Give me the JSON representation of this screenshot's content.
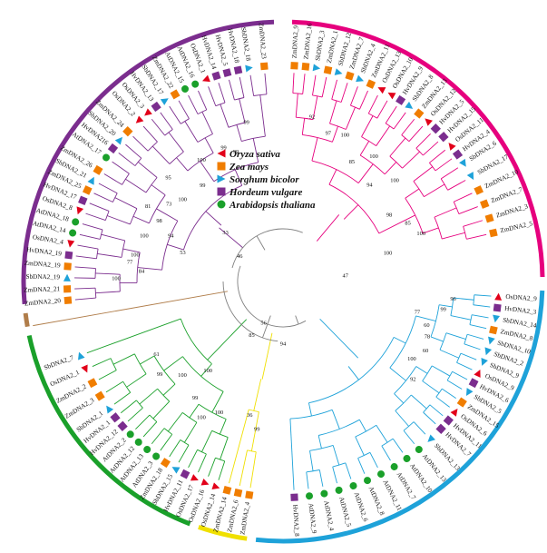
{
  "colors": {
    "purple": "#7b2d8e",
    "magenta": "#e6007e",
    "blue": "#1ea2d9",
    "yellow": "#f0e000",
    "green": "#1aa02a",
    "brown": "#b07d4a",
    "grey": "#808080"
  },
  "species": [
    {
      "key": "os",
      "name": "Oryza sativa",
      "shape": "triangle-left",
      "color": "#e2001a"
    },
    {
      "key": "zm",
      "name": "Zea mays",
      "shape": "square",
      "color": "#f07d00"
    },
    {
      "key": "sb",
      "name": "Sorghum bicolor",
      "shape": "triangle-right",
      "color": "#1ea2d9"
    },
    {
      "key": "hv",
      "name": "Hordeum vulgare",
      "shape": "square",
      "color": "#7b2d8e"
    },
    {
      "key": "at",
      "name": "Arabidopsis thaliana",
      "shape": "circle",
      "color": "#1aa02a"
    }
  ],
  "clades": [
    {
      "name": "purple",
      "color": "#7b2d8e",
      "start": 175,
      "end": 268
    },
    {
      "name": "magenta",
      "color": "#e6007e",
      "start": 272,
      "end": 359
    },
    {
      "name": "blue",
      "color": "#1ea2d9",
      "start": 2,
      "end": 96
    },
    {
      "name": "yellow",
      "color": "#f0e000",
      "start": 98,
      "end": 109
    },
    {
      "name": "green",
      "color": "#1aa02a",
      "start": 111,
      "end": 168
    },
    {
      "name": "brown",
      "color": "#b07d4a",
      "start": 170,
      "end": 173
    }
  ],
  "leaves": [
    {
      "a": 175,
      "label": "ZmDNA2_20",
      "sp": "zm",
      "c": "purple"
    },
    {
      "a": 178,
      "label": "ZmDNA2_21",
      "sp": "zm",
      "c": "purple"
    },
    {
      "a": 181,
      "label": "SbDNA2_19",
      "sp": "sb",
      "c": "purple"
    },
    {
      "a": 184,
      "label": "ZmDNA2_19",
      "sp": "zm",
      "c": "purple"
    },
    {
      "a": 187,
      "label": "HvDNA2_19",
      "sp": "hv",
      "c": "purple"
    },
    {
      "a": 190,
      "label": "OsDNA2_4",
      "sp": "os",
      "c": "purple"
    },
    {
      "a": 193,
      "label": "AtDNA2_14",
      "sp": "at",
      "c": "purple"
    },
    {
      "a": 196,
      "label": "AtDNA2_18",
      "sp": "at",
      "c": "purple"
    },
    {
      "a": 199,
      "label": "OsDNA2_8",
      "sp": "os",
      "c": "purple"
    },
    {
      "a": 202,
      "label": "HvDNA2_17",
      "sp": "hv",
      "c": "purple"
    },
    {
      "a": 205,
      "label": "ZmDNA2_25",
      "sp": "zm",
      "c": "purple"
    },
    {
      "a": 208,
      "label": "SbDNA2_21",
      "sp": "sb",
      "c": "purple"
    },
    {
      "a": 211,
      "label": "ZmDNA2_26",
      "sp": "zm",
      "c": "purple"
    },
    {
      "a": 215,
      "label": "AtDNA2_17",
      "sp": "at",
      "c": "purple"
    },
    {
      "a": 218,
      "label": "HvDNA216",
      "sp": "hv",
      "c": "purple"
    },
    {
      "a": 221,
      "label": "SbDNA2_20",
      "sp": "sb",
      "c": "purple"
    },
    {
      "a": 224,
      "label": "ZmDNA2_24",
      "sp": "zm",
      "c": "purple"
    },
    {
      "a": 228,
      "label": "OsDNA2_2",
      "sp": "os",
      "c": "purple"
    },
    {
      "a": 231,
      "label": "OsDNA2_3",
      "sp": "os",
      "c": "purple"
    },
    {
      "a": 234,
      "label": "HvDNA2_13",
      "sp": "hv",
      "c": "purple"
    },
    {
      "a": 237,
      "label": "SbDNA2_17",
      "sp": "sb",
      "c": "purple"
    },
    {
      "a": 240,
      "label": "ZmDNA2_22",
      "sp": "zm",
      "c": "purple"
    },
    {
      "a": 243,
      "label": "AtDNA2_15",
      "sp": "at",
      "c": "purple"
    },
    {
      "a": 246,
      "label": "AtDNA2_16",
      "sp": "at",
      "c": "purple"
    },
    {
      "a": 249,
      "label": "OsDNA2_1",
      "sp": "os",
      "c": "purple"
    },
    {
      "a": 252,
      "label": "HvDNA2_14",
      "sp": "hv",
      "c": "purple"
    },
    {
      "a": 255,
      "label": "HvDNA2_5",
      "sp": "hv",
      "c": "purple"
    },
    {
      "a": 258,
      "label": "HvDNA2_18",
      "sp": "hv",
      "c": "purple"
    },
    {
      "a": 261,
      "label": "SbDNA2_18",
      "sp": "sb",
      "c": "purple"
    },
    {
      "a": 265,
      "label": "ZmDNA2_23",
      "sp": "zm",
      "c": "purple"
    },
    {
      "a": 273,
      "label": "ZmDNA2_9",
      "sp": "zm",
      "c": "magenta"
    },
    {
      "a": 276,
      "label": "ZmDNA2_16",
      "sp": "zm",
      "c": "magenta"
    },
    {
      "a": 279,
      "label": "SbDNA2_3",
      "sp": "sb",
      "c": "magenta"
    },
    {
      "a": 282,
      "label": "ZmDNA2_1",
      "sp": "zm",
      "c": "magenta"
    },
    {
      "a": 285,
      "label": "SbDNA2_12",
      "sp": "sb",
      "c": "magenta"
    },
    {
      "a": 288,
      "label": "ZmDNA2_7",
      "sp": "zm",
      "c": "magenta"
    },
    {
      "a": 291,
      "label": "SbDNA2_4",
      "sp": "sb",
      "c": "magenta"
    },
    {
      "a": 294,
      "label": "ZmDNA2_11",
      "sp": "zm",
      "c": "magenta"
    },
    {
      "a": 297,
      "label": "OsDNA2_13",
      "sp": "os",
      "c": "magenta"
    },
    {
      "a": 300,
      "label": "OsDNA2_10",
      "sp": "os",
      "c": "magenta"
    },
    {
      "a": 303,
      "label": "HvDNA2_9",
      "sp": "hv",
      "c": "magenta"
    },
    {
      "a": 306,
      "label": "SbDNA2_8",
      "sp": "sb",
      "c": "magenta"
    },
    {
      "a": 309,
      "label": "ZmDNA2_13",
      "sp": "zm",
      "c": "magenta"
    },
    {
      "a": 312,
      "label": "OsDNA2_12",
      "sp": "os",
      "c": "magenta"
    },
    {
      "a": 315,
      "label": "HvDNA2_5",
      "sp": "hv",
      "c": "magenta"
    },
    {
      "a": 318,
      "label": "HvDNA2_15",
      "sp": "hv",
      "c": "magenta"
    },
    {
      "a": 321,
      "label": "OsDNA2_11",
      "sp": "os",
      "c": "magenta"
    },
    {
      "a": 324,
      "label": "HvDNA2_4",
      "sp": "hv",
      "c": "magenta"
    },
    {
      "a": 327,
      "label": "SbDNA2_6",
      "sp": "sb",
      "c": "magenta"
    },
    {
      "a": 331,
      "label": "SbDNA2_17",
      "sp": "sb",
      "c": "magenta"
    },
    {
      "a": 335,
      "label": "ZmDNA2_10",
      "sp": "zm",
      "c": "magenta"
    },
    {
      "a": 339,
      "label": "ZmDNA2_7",
      "sp": "zm",
      "c": "magenta"
    },
    {
      "a": 343,
      "label": "ZmDNA2_3",
      "sp": "zm",
      "c": "magenta"
    },
    {
      "a": 347,
      "label": "ZmDNA2_5",
      "sp": "zm",
      "c": "magenta"
    },
    {
      "a": 4,
      "label": "OsDNA2_9",
      "sp": "os",
      "c": "blue"
    },
    {
      "a": 7,
      "label": "HvDNA2_3",
      "sp": "hv",
      "c": "blue"
    },
    {
      "a": 10,
      "label": "SbDNA2_14",
      "sp": "sb",
      "c": "blue"
    },
    {
      "a": 13,
      "label": "ZmDNA2_8",
      "sp": "zm",
      "c": "blue"
    },
    {
      "a": 16,
      "label": "SbDNA2_10",
      "sp": "sb",
      "c": "blue"
    },
    {
      "a": 19,
      "label": "SbDNA2_2",
      "sp": "sb",
      "c": "blue"
    },
    {
      "a": 22,
      "label": "SbDNA2_9",
      "sp": "sb",
      "c": "blue"
    },
    {
      "a": 25,
      "label": "OsDNA2_9",
      "sp": "os",
      "c": "blue"
    },
    {
      "a": 28,
      "label": "HvDNA2_6",
      "sp": "hv",
      "c": "blue"
    },
    {
      "a": 31,
      "label": "SbDNA2_5",
      "sp": "sb",
      "c": "blue"
    },
    {
      "a": 34,
      "label": "ZmDNA2_15",
      "sp": "zm",
      "c": "blue"
    },
    {
      "a": 37,
      "label": "OsDNA2_6",
      "sp": "os",
      "c": "blue"
    },
    {
      "a": 40,
      "label": "HvDNA2_11",
      "sp": "hv",
      "c": "blue"
    },
    {
      "a": 43,
      "label": "HvDNA2_7",
      "sp": "hv",
      "c": "blue"
    },
    {
      "a": 47,
      "label": "SbDNA2_13",
      "sp": "sb",
      "c": "blue"
    },
    {
      "a": 51,
      "label": "AtDNA2_13",
      "sp": "at",
      "c": "blue"
    },
    {
      "a": 55,
      "label": "AtDNA2_10",
      "sp": "at",
      "c": "blue"
    },
    {
      "a": 59,
      "label": "AtDNA2_7",
      "sp": "at",
      "c": "blue"
    },
    {
      "a": 63,
      "label": "AtDNA2_11",
      "sp": "at",
      "c": "blue"
    },
    {
      "a": 67,
      "label": "AtDNA2_8",
      "sp": "at",
      "c": "blue"
    },
    {
      "a": 71,
      "label": "AtDNA2_6",
      "sp": "at",
      "c": "blue"
    },
    {
      "a": 75,
      "label": "AtDNA2_5",
      "sp": "at",
      "c": "blue"
    },
    {
      "a": 79,
      "label": "AtDNA2_4",
      "sp": "at",
      "c": "blue"
    },
    {
      "a": 83,
      "label": "AtDNA2_9",
      "sp": "at",
      "c": "blue"
    },
    {
      "a": 87,
      "label": "HvDNA2_8",
      "sp": "hv",
      "c": "blue"
    },
    {
      "a": 99,
      "label": "ZmDNA2_4",
      "sp": "zm",
      "c": "yellow"
    },
    {
      "a": 102,
      "label": "ZmDNA2_6",
      "sp": "zm",
      "c": "yellow"
    },
    {
      "a": 105,
      "label": "ZmDNA2_14",
      "sp": "zm",
      "c": "yellow"
    },
    {
      "a": 108,
      "label": "OsDNA2_14",
      "sp": "os",
      "c": "green"
    },
    {
      "a": 111,
      "label": "OsDNA2_16",
      "sp": "os",
      "c": "green"
    },
    {
      "a": 114,
      "label": "OsDNA2_17",
      "sp": "os",
      "c": "green"
    },
    {
      "a": 117,
      "label": "HvDNA2_11",
      "sp": "hv",
      "c": "green"
    },
    {
      "a": 120,
      "label": "SbDNA2_15",
      "sp": "sb",
      "c": "green"
    },
    {
      "a": 123,
      "label": "ZmDNA2_18",
      "sp": "zm",
      "c": "green"
    },
    {
      "a": 126,
      "label": "AtDNA2_3",
      "sp": "at",
      "c": "green"
    },
    {
      "a": 129,
      "label": "AtDNA2_13",
      "sp": "at",
      "c": "green"
    },
    {
      "a": 132,
      "label": "AtDNA2_12",
      "sp": "at",
      "c": "green"
    },
    {
      "a": 135,
      "label": "AtDNA2_2",
      "sp": "at",
      "c": "green"
    },
    {
      "a": 138,
      "label": "HvDNA2_12",
      "sp": "hv",
      "c": "green"
    },
    {
      "a": 141,
      "label": "HvDNA2_1",
      "sp": "hv",
      "c": "green"
    },
    {
      "a": 144,
      "label": "SbDNA2_1",
      "sp": "sb",
      "c": "green"
    },
    {
      "a": 148,
      "label": "ZmDNA2_3",
      "sp": "zm",
      "c": "green"
    },
    {
      "a": 152,
      "label": "ZmDNA2_2",
      "sp": "zm",
      "c": "green"
    },
    {
      "a": 156,
      "label": "OsDNA2_1",
      "sp": "os",
      "c": "green"
    },
    {
      "a": 160,
      "label": "SbDNA2_7",
      "sp": "sb",
      "c": "green"
    }
  ],
  "bootstraps": [
    {
      "a": 257,
      "r": 0.78,
      "t": "99"
    },
    {
      "a": 250,
      "r": 0.66,
      "t": "99"
    },
    {
      "a": 246,
      "r": 0.7,
      "t": "99"
    },
    {
      "a": 241,
      "r": 0.62,
      "t": "99"
    },
    {
      "a": 236,
      "r": 0.7,
      "t": "100"
    },
    {
      "a": 230,
      "r": 0.6,
      "t": "99"
    },
    {
      "a": 222,
      "r": 0.74,
      "t": "95"
    },
    {
      "a": 219,
      "r": 0.62,
      "t": "100"
    },
    {
      "a": 214,
      "r": 0.66,
      "t": "73"
    },
    {
      "a": 209,
      "r": 0.74,
      "t": "81"
    },
    {
      "a": 206,
      "r": 0.66,
      "t": "98"
    },
    {
      "a": 202,
      "r": 0.58,
      "t": "94"
    },
    {
      "a": 198,
      "r": 0.7,
      "t": "100"
    },
    {
      "a": 196,
      "r": 0.5,
      "t": "53"
    },
    {
      "a": 190,
      "r": 0.72,
      "t": "100"
    },
    {
      "a": 187,
      "r": 0.74,
      "t": "77"
    },
    {
      "a": 184,
      "r": 0.68,
      "t": "84"
    },
    {
      "a": 181,
      "r": 0.8,
      "t": "100"
    },
    {
      "a": 220,
      "r": 0.36,
      "t": "33"
    },
    {
      "a": 210,
      "r": 0.24,
      "t": "46"
    },
    {
      "a": 280,
      "r": 0.8,
      "t": "92"
    },
    {
      "a": 287,
      "r": 0.74,
      "t": "97"
    },
    {
      "a": 293,
      "r": 0.76,
      "t": "100"
    },
    {
      "a": 300,
      "r": 0.66,
      "t": "85"
    },
    {
      "a": 306,
      "r": 0.74,
      "t": "100"
    },
    {
      "a": 312,
      "r": 0.62,
      "t": "94"
    },
    {
      "a": 318,
      "r": 0.72,
      "t": "100"
    },
    {
      "a": 328,
      "r": 0.6,
      "t": "98"
    },
    {
      "a": 335,
      "r": 0.66,
      "t": "85"
    },
    {
      "a": 341,
      "r": 0.7,
      "t": "100"
    },
    {
      "a": 345,
      "r": 0.52,
      "t": "100"
    },
    {
      "a": 355,
      "r": 0.3,
      "t": "47"
    },
    {
      "a": 6,
      "r": 0.82,
      "t": "96"
    },
    {
      "a": 10,
      "r": 0.78,
      "t": "99"
    },
    {
      "a": 13,
      "r": 0.66,
      "t": "77"
    },
    {
      "a": 17,
      "r": 0.72,
      "t": "60"
    },
    {
      "a": 21,
      "r": 0.74,
      "t": "78"
    },
    {
      "a": 26,
      "r": 0.76,
      "t": "60"
    },
    {
      "a": 31,
      "r": 0.72,
      "t": "100"
    },
    {
      "a": 37,
      "r": 0.78,
      "t": "92"
    },
    {
      "a": 90,
      "r": 0.3,
      "t": "94"
    },
    {
      "a": 100,
      "r": 0.72,
      "t": "99"
    },
    {
      "a": 104,
      "r": 0.66,
      "t": "36"
    },
    {
      "a": 116,
      "r": 0.7,
      "t": "100"
    },
    {
      "a": 121,
      "r": 0.76,
      "t": "100"
    },
    {
      "a": 127,
      "r": 0.7,
      "t": "99"
    },
    {
      "a": 137,
      "r": 0.66,
      "t": "100"
    },
    {
      "a": 143,
      "r": 0.74,
      "t": "99"
    },
    {
      "a": 150,
      "r": 0.7,
      "t": "61"
    },
    {
      "a": 130,
      "r": 0.56,
      "t": "100"
    },
    {
      "a": 120,
      "r": 0.3,
      "t": "85"
    },
    {
      "a": 115,
      "r": 0.22,
      "t": "56"
    }
  ],
  "legend": [
    {
      "text": "Oryza sativa",
      "sp": "os"
    },
    {
      "text": "Zea mays",
      "sp": "zm"
    },
    {
      "text": "Sorghum bicolor",
      "sp": "sb"
    },
    {
      "text": "Hordeum vulgare",
      "sp": "hv"
    },
    {
      "text": "Arabidopsis thaliana",
      "sp": "at"
    }
  ]
}
